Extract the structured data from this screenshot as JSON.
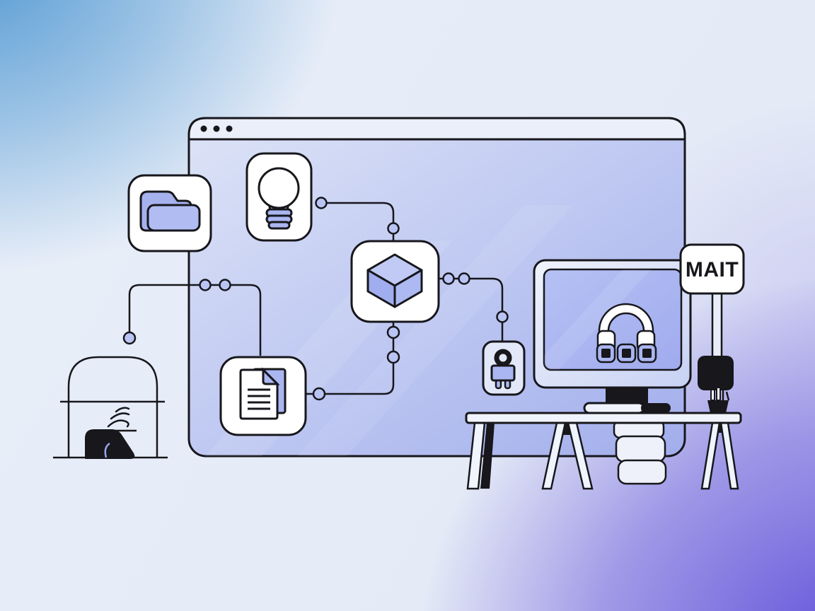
{
  "scene": {
    "sign_label": "MAIT",
    "window_dot_count": 3,
    "icons": [
      "folder",
      "lightbulb",
      "3d-cube",
      "document",
      "plug-connector",
      "headphones-with-plugs",
      "sleeping-cat",
      "sign-board",
      "pen-cup"
    ],
    "colors": {
      "outline": "#17171c",
      "accent": "#aab6f0",
      "accent_light": "#c0caf5",
      "accent_dark": "#a0adee",
      "card_white": "#ffffff",
      "window_top": "#dce3f6",
      "window_bottom": "#a2aeec",
      "bg_corner_blue": "#4a92d0",
      "bg_corner_purple": "#5e4cd8",
      "bg_base": "#e7edf7"
    }
  }
}
